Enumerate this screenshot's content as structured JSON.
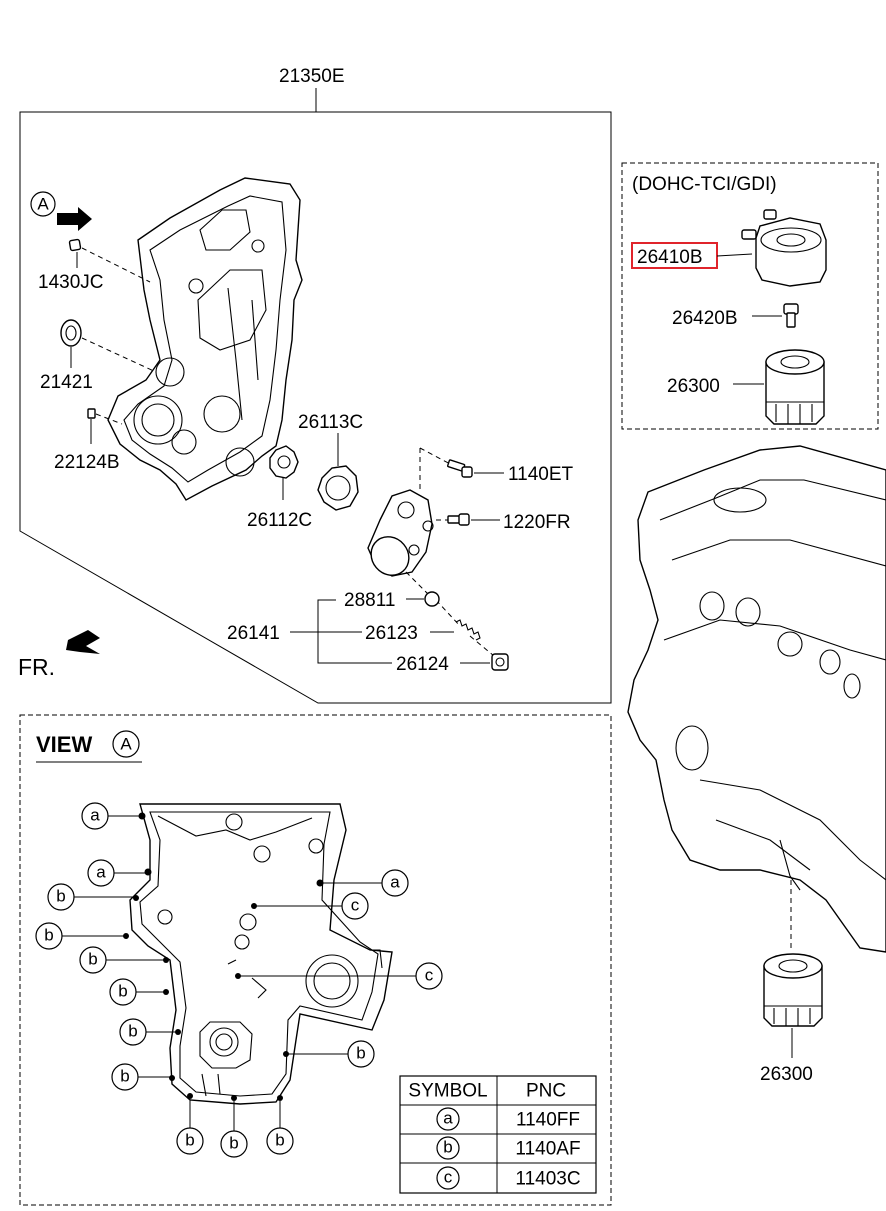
{
  "colors": {
    "line": "#000000",
    "highlight": "#e0242b",
    "background": "#ffffff"
  },
  "main": {
    "assembly_label": "21350E",
    "view_marker": "A",
    "front_label": "FR.",
    "parts": {
      "p1430JC": "1430JC",
      "p21421": "21421",
      "p22124B": "22124B",
      "p26113C": "26113C",
      "p26112C": "26112C",
      "p1140ET": "1140ET",
      "p1220FR": "1220FR",
      "p28811": "28811",
      "p26141": "26141",
      "p26123": "26123",
      "p26124": "26124"
    }
  },
  "variant": {
    "label": "(DOHC-TCI/GDI)",
    "p26410B": "26410B",
    "p26420B": "26420B",
    "p26300": "26300"
  },
  "engine": {
    "p26300": "26300"
  },
  "view_a": {
    "title": "VIEW",
    "marker": "A",
    "callouts": {
      "a": "a",
      "b": "b",
      "c": "c"
    }
  },
  "symbol_table": {
    "headers": [
      "SYMBOL",
      "PNC"
    ],
    "rows": [
      {
        "symbol": "a",
        "pnc": "1140FF"
      },
      {
        "symbol": "b",
        "pnc": "1140AF"
      },
      {
        "symbol": "c",
        "pnc": "11403C"
      }
    ]
  }
}
